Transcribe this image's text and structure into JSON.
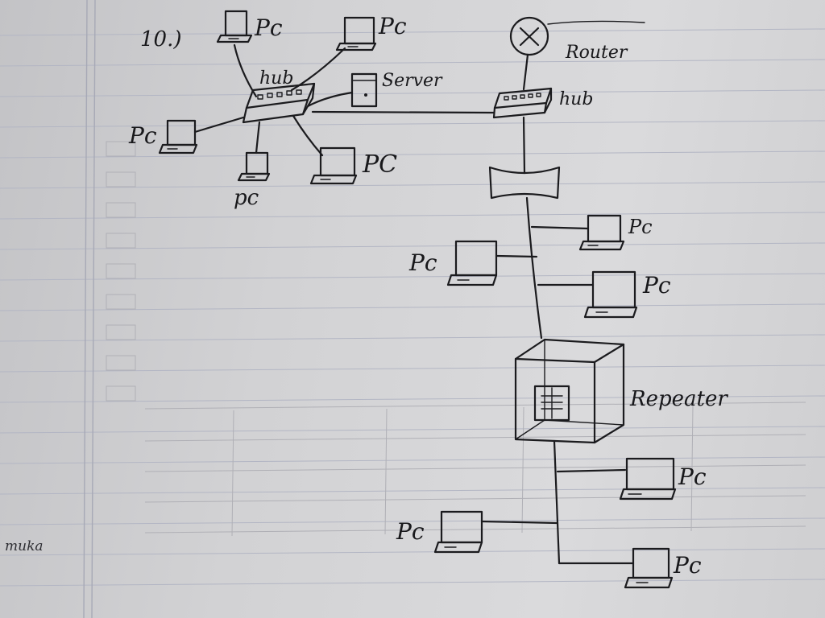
{
  "problem_number": "10.)",
  "margin_text": "muka",
  "labels": {
    "pc_top_left": "Pc",
    "pc_top_mid": "Pc",
    "hub_top": "hub",
    "server": "Server",
    "router": "Router",
    "hub_right": "hub",
    "pc_left": "Pc",
    "pc_bottom_small": "pc",
    "pc_bottom_right": "PC",
    "bus_pc_1": "Pc",
    "bus_pc_2": "Pc",
    "bus_pc_3": "Pc",
    "repeater": "Repeater",
    "rep_pc_1": "Pc",
    "rep_pc_2": "Pc",
    "rep_pc_3": "Pc"
  },
  "ink_color": "#1b1b1e",
  "paper_color": "#d4d4d6",
  "rule_color": "#b3b6c4"
}
